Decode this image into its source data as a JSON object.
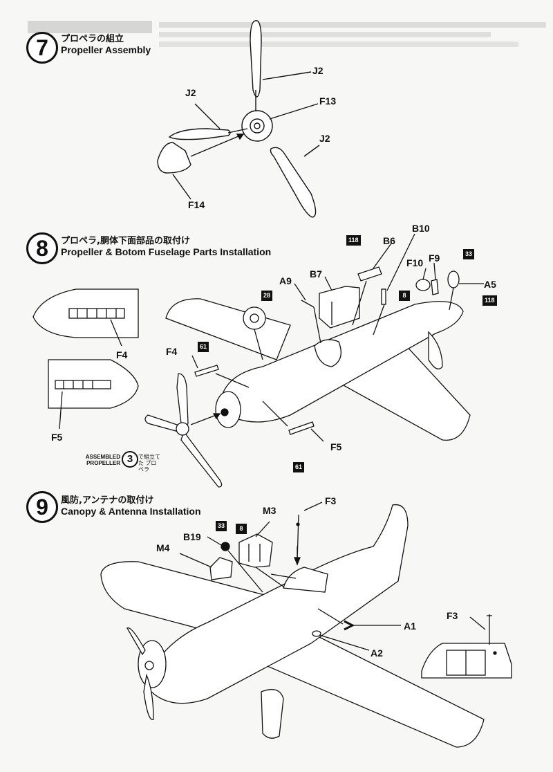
{
  "steps": [
    {
      "number": "7",
      "title_jp": "プロペラの組立",
      "title_en": "Propeller Assembly"
    },
    {
      "number": "8",
      "title_jp": "プロペラ,胴体下面部品の取付け",
      "title_en": "Propeller & Botom Fuselage Parts Installation"
    },
    {
      "number": "9",
      "title_jp": "風防,アンテナの取付け",
      "title_en": "Canopy & Antenna Installation"
    }
  ],
  "step7_parts": {
    "j2_top": "J2",
    "j2_left": "J2",
    "f13": "F13",
    "j2_right": "J2",
    "f14": "F14"
  },
  "step8_parts": {
    "b10": "B10",
    "b6": "B6",
    "f10": "F10",
    "f9": "F9",
    "a5": "A5",
    "a9": "A9",
    "b7": "B7",
    "f4_inset": "F4",
    "f4_main": "F4",
    "f5_inset": "F5",
    "f5_main": "F5"
  },
  "step8_paints": {
    "p118a": "118",
    "p33": "33",
    "p8": "8",
    "p28": "28",
    "p118b": "118",
    "p61a": "61",
    "p61b": "61"
  },
  "step8_ref": {
    "label_en": "ASSEMBLED PROPELLER",
    "number": "3",
    "label_jp": "で組立てた プロペラ"
  },
  "step9_parts": {
    "f3": "F3",
    "m3": "M3",
    "b19": "B19",
    "m4": "M4",
    "a1": "A1",
    "a2": "A2",
    "f3_inset": "F3"
  },
  "step9_paints": {
    "p33": "33",
    "p8": "8"
  }
}
